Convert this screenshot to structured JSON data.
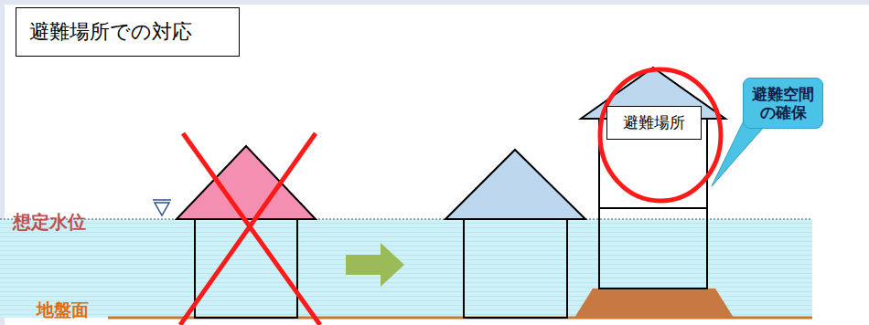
{
  "diagram": {
    "title": "避難場所での対応",
    "nodes": [
      {
        "text": [
          "避難場所"
        ]
      },
      {
        "text": [
          "避難空間 の確保"
        ]
      }
    ],
    "labels": [
      "想定水位",
      "地盤面"
    ]
  }
}
